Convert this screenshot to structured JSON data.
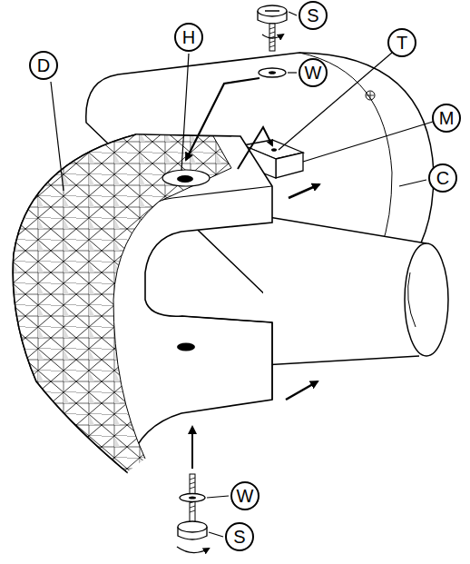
{
  "diagram": {
    "nodes": [
      {
        "text": [
          "S"
        ]
      },
      {
        "text": [
          "H"
        ]
      },
      {
        "text": [
          "T"
        ]
      },
      {
        "text": [
          "D"
        ]
      },
      {
        "text": [
          "W"
        ]
      },
      {
        "text": [
          "M"
        ]
      },
      {
        "text": [
          "C"
        ]
      },
      {
        "text": [
          "W"
        ]
      },
      {
        "text": [
          "S"
        ]
      }
    ]
  }
}
